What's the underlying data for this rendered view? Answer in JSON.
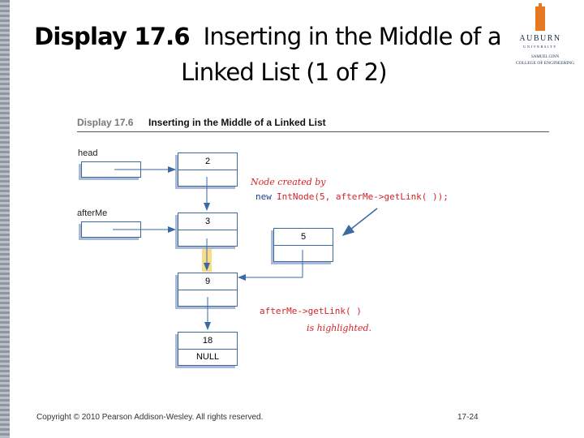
{
  "slide": {
    "title_bold": "Display 17.6",
    "title_rest": "Inserting in the Middle of a",
    "title_line2": "Linked List (1 of 2)",
    "logo": {
      "name": "AUBURN",
      "sub": "UNIVERSITY",
      "college_1": "SAMUEL GINN",
      "college_2": "COLLEGE OF ENGINEERING",
      "accent": "#e87722"
    }
  },
  "figure": {
    "display_label": "Display 17.6",
    "display_title": "Inserting in the Middle of a Linked List",
    "head_label": "head",
    "afterme_label": "afterMe",
    "nodes": [
      {
        "data": "2",
        "link": ""
      },
      {
        "data": "3",
        "link": ""
      },
      {
        "data": "5",
        "link": ""
      },
      {
        "data": "9",
        "link": ""
      },
      {
        "data": "18",
        "link": "NULL"
      }
    ],
    "note_created": "Node created by",
    "note_new": "new",
    "note_code": "IntNode(5, afterMe->getLink( ));",
    "note_highlight_code": "afterMe->getLink( )",
    "note_highlight_text": "is highlighted.",
    "colors": {
      "line": "#3b6aa3",
      "annotation": "#d2232a",
      "highlight": "#f7dc8a"
    }
  },
  "footer": {
    "copyright": "Copyright © 2010 Pearson Addison-Wesley. All rights reserved.",
    "page": "17-24"
  }
}
